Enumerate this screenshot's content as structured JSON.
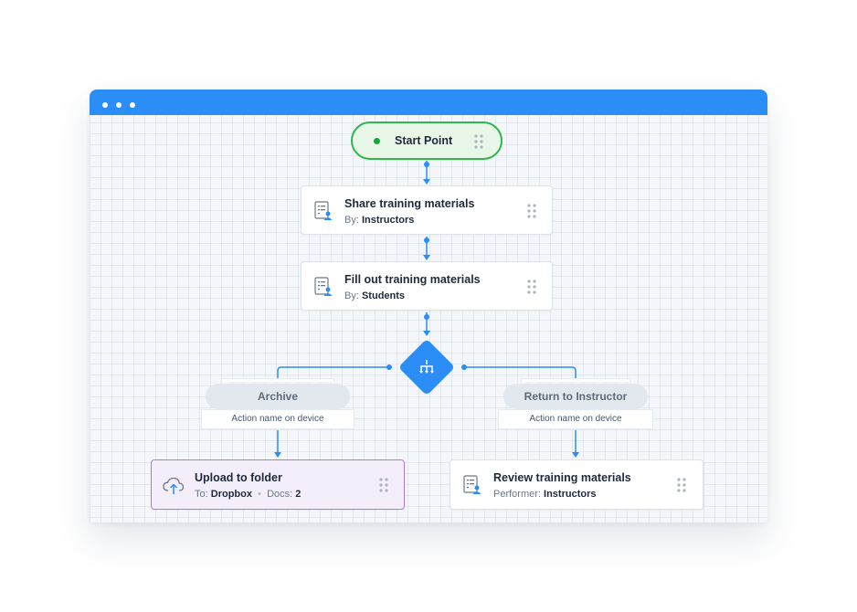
{
  "window": {
    "titlebar_color": "#2a8ef6",
    "controls": [
      "dot-icon",
      "dot-icon",
      "dot-icon"
    ]
  },
  "flow": {
    "start": {
      "label": "Start Point",
      "icon": "green-dot-icon",
      "color": "#2fb84a"
    },
    "steps": [
      {
        "title": "Share training materials",
        "by_label": "By:",
        "by_value": "Instructors",
        "icon": "form-user-icon"
      },
      {
        "title": "Fill out training materials",
        "by_label": "By:",
        "by_value": "Students",
        "icon": "form-user-icon"
      }
    ],
    "decision": {
      "icon": "split-arrows-icon",
      "color": "#2a8ef6"
    },
    "branches": [
      {
        "label": "Archive",
        "caption": "Action name on device",
        "node": {
          "title": "Upload to folder",
          "to_label": "To:",
          "to_value": "Dropbox",
          "separator": "•",
          "docs_label": "Docs:",
          "docs_value": "2",
          "icon": "cloud-upload-icon"
        }
      },
      {
        "label": "Return to Instructor",
        "caption": "Action name on device",
        "node": {
          "title": "Review training materials",
          "by_label": "Performer:",
          "by_value": "Instructors",
          "icon": "form-user-icon"
        }
      }
    ]
  },
  "colors": {
    "connector": "#2a8ef6",
    "upload_border": "#a77fd2",
    "upload_bg": "#f4eefa"
  }
}
